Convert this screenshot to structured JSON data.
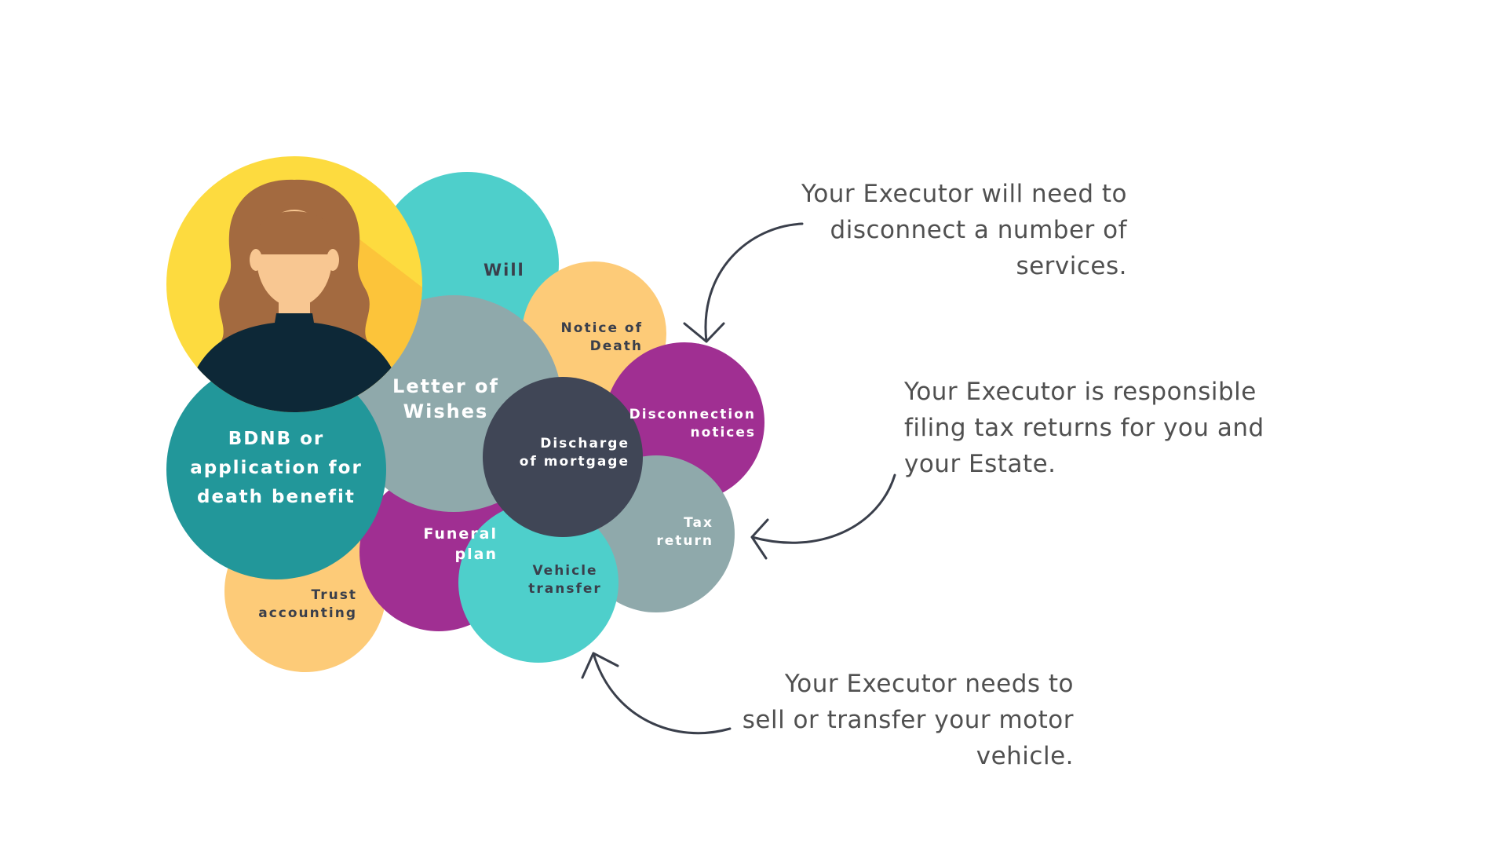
{
  "diagram": {
    "bubbles": [
      {
        "id": "will",
        "lines": [
          "Will"
        ],
        "color": "#4ECFCB",
        "text_color": "#3A3F4B"
      },
      {
        "id": "notice-of-death",
        "lines": [
          "Notice of",
          "Death"
        ],
        "color": "#FDCB78",
        "text_color": "#3A3F4B"
      },
      {
        "id": "letter-of-wishes",
        "lines": [
          "Letter of",
          "Wishes"
        ],
        "color": "#8FA9AB",
        "text_color": "#FFFFFF"
      },
      {
        "id": "disconnection-notices",
        "lines": [
          "Disconnection",
          "notices"
        ],
        "color": "#A02F92",
        "text_color": "#FFFFFF"
      },
      {
        "id": "discharge-of-mortgage",
        "lines": [
          "Discharge",
          "of mortgage"
        ],
        "color": "#404656",
        "text_color": "#FFFFFF"
      },
      {
        "id": "tax-return",
        "lines": [
          "Tax",
          "return"
        ],
        "color": "#8FA9AB",
        "text_color": "#FFFFFF"
      },
      {
        "id": "funeral-plan",
        "lines": [
          "Funeral",
          "plan"
        ],
        "color": "#A02F92",
        "text_color": "#FFFFFF"
      },
      {
        "id": "vehicle-transfer",
        "lines": [
          "Vehicle",
          "transfer"
        ],
        "color": "#4ECFCB",
        "text_color": "#3A3F4B"
      },
      {
        "id": "trust-accounting",
        "lines": [
          "Trust",
          "accounting"
        ],
        "color": "#FDCB78",
        "text_color": "#3A3F4B"
      },
      {
        "id": "bdnb",
        "lines": [
          "BDNB or",
          "application for",
          "death benefit"
        ],
        "color": "#22979A",
        "text_color": "#FFFFFF"
      }
    ],
    "avatar": {
      "bg": "#FDDB3F",
      "bg_shade": "#FCC43A",
      "hair": "#A36A40",
      "skin": "#F8C792",
      "top": "#0D2837"
    }
  },
  "notes": [
    {
      "id": "disconnect",
      "lines": [
        "Your Executor will need to",
        "disconnect a number of",
        "services."
      ]
    },
    {
      "id": "tax",
      "lines": [
        "Your Executor is responsible",
        "filing tax returns for you and",
        "your Estate."
      ]
    },
    {
      "id": "vehicle",
      "lines": [
        "Your Executor needs to",
        "sell or transfer your motor",
        "vehicle."
      ]
    }
  ],
  "colors": {
    "note_text": "#505050",
    "arrow": "#3A3F4B"
  }
}
